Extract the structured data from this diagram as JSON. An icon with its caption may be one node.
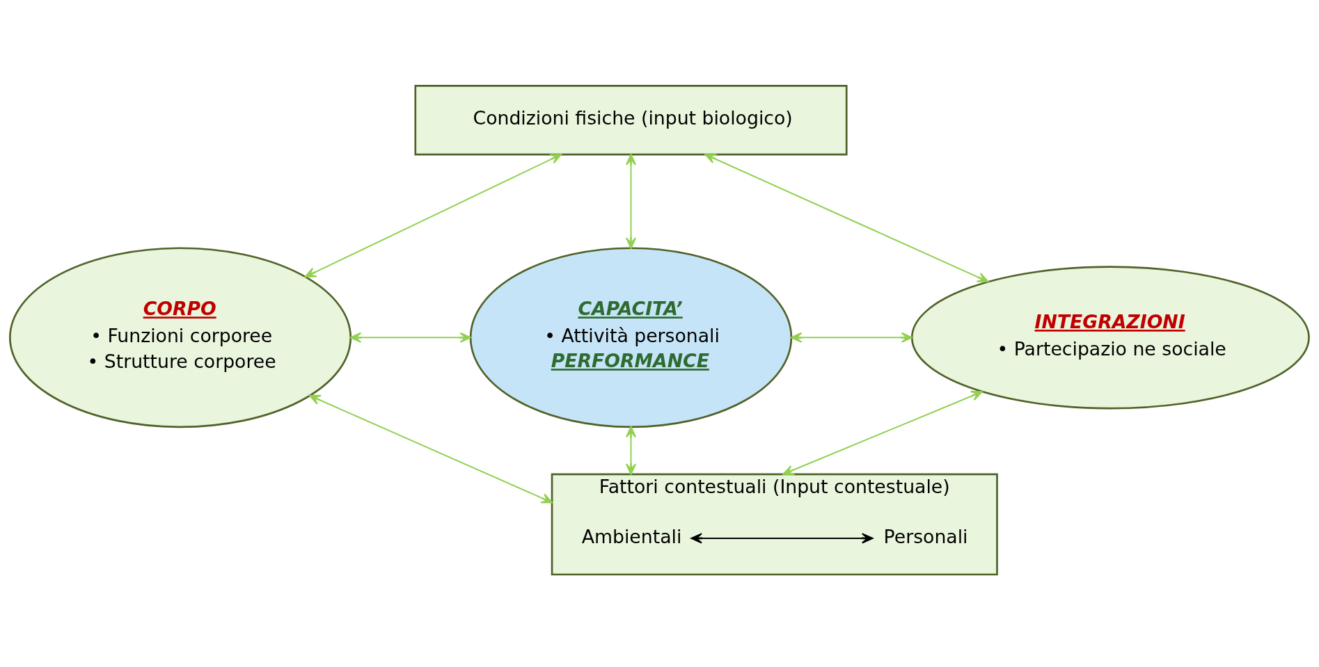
{
  "diagram": {
    "nodes": [
      {
        "text": [
          "Condizioni fisiche (input biologico)"
        ]
      },
      {
        "text": [
          "CORPO",
          "• Funzioni corporee",
          "• Strutture corporee"
        ]
      },
      {
        "text": [
          "CAPACITA’",
          "• Attività personali",
          "PERFORMANCE"
        ]
      },
      {
        "text": [
          "INTEGRAZIONI",
          "• Partecipazio ne sociale"
        ]
      },
      {
        "text": [
          "Fattori contestuali (Input contestuale)"
        ]
      },
      {
        "text": [
          "Ambientali"
        ],
        "in": 4
      },
      {
        "text": [
          "Personali"
        ],
        "in": 4
      }
    ],
    "edges": [
      {
        "from": 1,
        "to": 0,
        "arrow": "both"
      },
      {
        "from": 2,
        "to": 0,
        "arrow": "both"
      },
      {
        "from": 3,
        "to": 0,
        "arrow": "both"
      },
      {
        "from": 1,
        "to": 2,
        "arrow": "both"
      },
      {
        "from": 2,
        "to": 3,
        "arrow": "both"
      },
      {
        "from": 1,
        "to": 4,
        "arrow": "both"
      },
      {
        "from": 2,
        "to": 4,
        "arrow": "both"
      },
      {
        "from": 3,
        "to": 4,
        "arrow": "both"
      },
      {
        "from": 5,
        "to": 6,
        "arrow": "both",
        "color": "#000000"
      }
    ]
  }
}
